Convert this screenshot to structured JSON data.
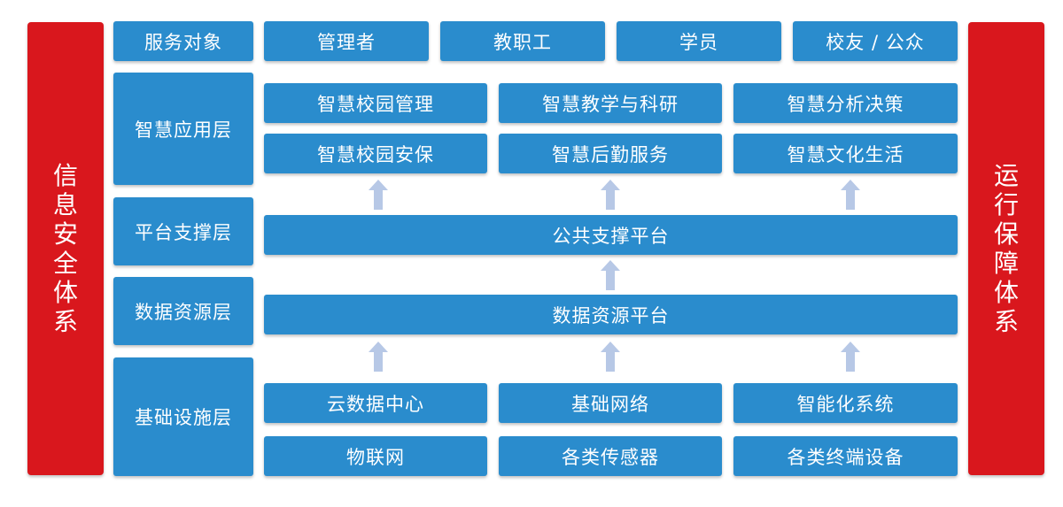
{
  "colors": {
    "box": "#2a8ccd",
    "side": "#d9171d",
    "arrow": "#b7c8e6"
  },
  "left_side": "信息安全体系",
  "right_side": "运行保障体系",
  "labels": {
    "service": "服务对象",
    "application": "智慧应用层",
    "platform": "平台支撑层",
    "data": "数据资源层",
    "infra": "基础设施层"
  },
  "service_targets": [
    "管理者",
    "教职工",
    "学员",
    "校友 / 公众"
  ],
  "applications": [
    "智慧校园管理",
    "智慧教学与科研",
    "智慧分析决策",
    "智慧校园安保",
    "智慧后勤服务",
    "智慧文化生活"
  ],
  "platform": "公共支撑平台",
  "data_platform": "数据资源平台",
  "infrastructure": [
    "云数据中心",
    "基础网络",
    "智能化系统",
    "物联网",
    "各类传感器",
    "各类终端设备"
  ],
  "icons": {
    "arrow": "arrow-up-icon"
  }
}
